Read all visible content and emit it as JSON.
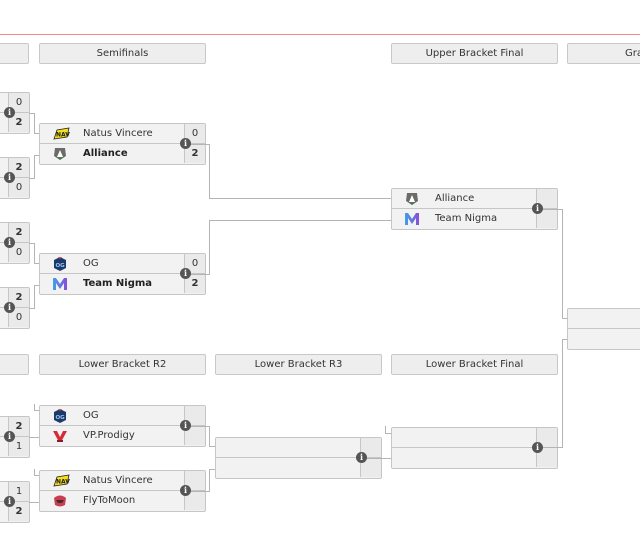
{
  "headers": {
    "upper_partial": "",
    "semifinals": "Semifinals",
    "upper_bracket_final": "Upper Bracket Final",
    "grand_final_partial": "Gra",
    "lower_partial": "",
    "lower_r2": "Lower Bracket R2",
    "lower_r3": "Lower Bracket R3",
    "lower_final": "Lower Bracket Final"
  },
  "left_partial_matches": [
    {
      "score_top": "0",
      "score_bottom": "2",
      "winner": "bottom"
    },
    {
      "score_top": "2",
      "score_bottom": "0",
      "winner": "top"
    },
    {
      "score_top": "2",
      "score_bottom": "0",
      "winner": "top"
    },
    {
      "score_top": "2",
      "score_bottom": "0",
      "winner": "top"
    },
    {
      "score_top": "2",
      "score_bottom": "1",
      "winner": "top"
    },
    {
      "score_top": "1",
      "score_bottom": "2",
      "winner": "bottom"
    }
  ],
  "semifinals": [
    {
      "top": {
        "name": "Natus Vincere",
        "logo": "navi-logo",
        "score": "0"
      },
      "bottom": {
        "name": "Alliance",
        "logo": "alliance-logo",
        "score": "2"
      },
      "winner": "bottom"
    },
    {
      "top": {
        "name": "OG",
        "logo": "og-logo",
        "score": "0"
      },
      "bottom": {
        "name": "Team Nigma",
        "logo": "nigma-logo",
        "score": "2"
      },
      "winner": "bottom"
    }
  ],
  "upper_bracket_final": {
    "top": {
      "name": "Alliance",
      "logo": "alliance-logo",
      "score": ""
    },
    "bottom": {
      "name": "Team Nigma",
      "logo": "nigma-logo",
      "score": ""
    }
  },
  "grand_final": {
    "top": {
      "name": "",
      "score": ""
    },
    "bottom": {
      "name": "",
      "score": ""
    }
  },
  "lower_r2": [
    {
      "top": {
        "name": "OG",
        "logo": "og-logo",
        "score": ""
      },
      "bottom": {
        "name": "VP.Prodigy",
        "logo": "vp-prodigy-logo",
        "score": ""
      }
    },
    {
      "top": {
        "name": "Natus Vincere",
        "logo": "navi-logo",
        "score": ""
      },
      "bottom": {
        "name": "FlyToMoon",
        "logo": "flytomoon-logo",
        "score": ""
      }
    }
  ],
  "lower_r3": {
    "top": {
      "name": "",
      "score": ""
    },
    "bottom": {
      "name": "",
      "score": ""
    }
  },
  "lower_final": {
    "top": {
      "name": "",
      "score": ""
    },
    "bottom": {
      "name": "",
      "score": ""
    }
  },
  "info_icon": "i",
  "colors": {
    "accent_line": "#f08a8a",
    "box_bg": "#f2f2f2",
    "border": "#c6c6c6",
    "connector": "#b4b4b4",
    "info_bg": "#555555"
  }
}
